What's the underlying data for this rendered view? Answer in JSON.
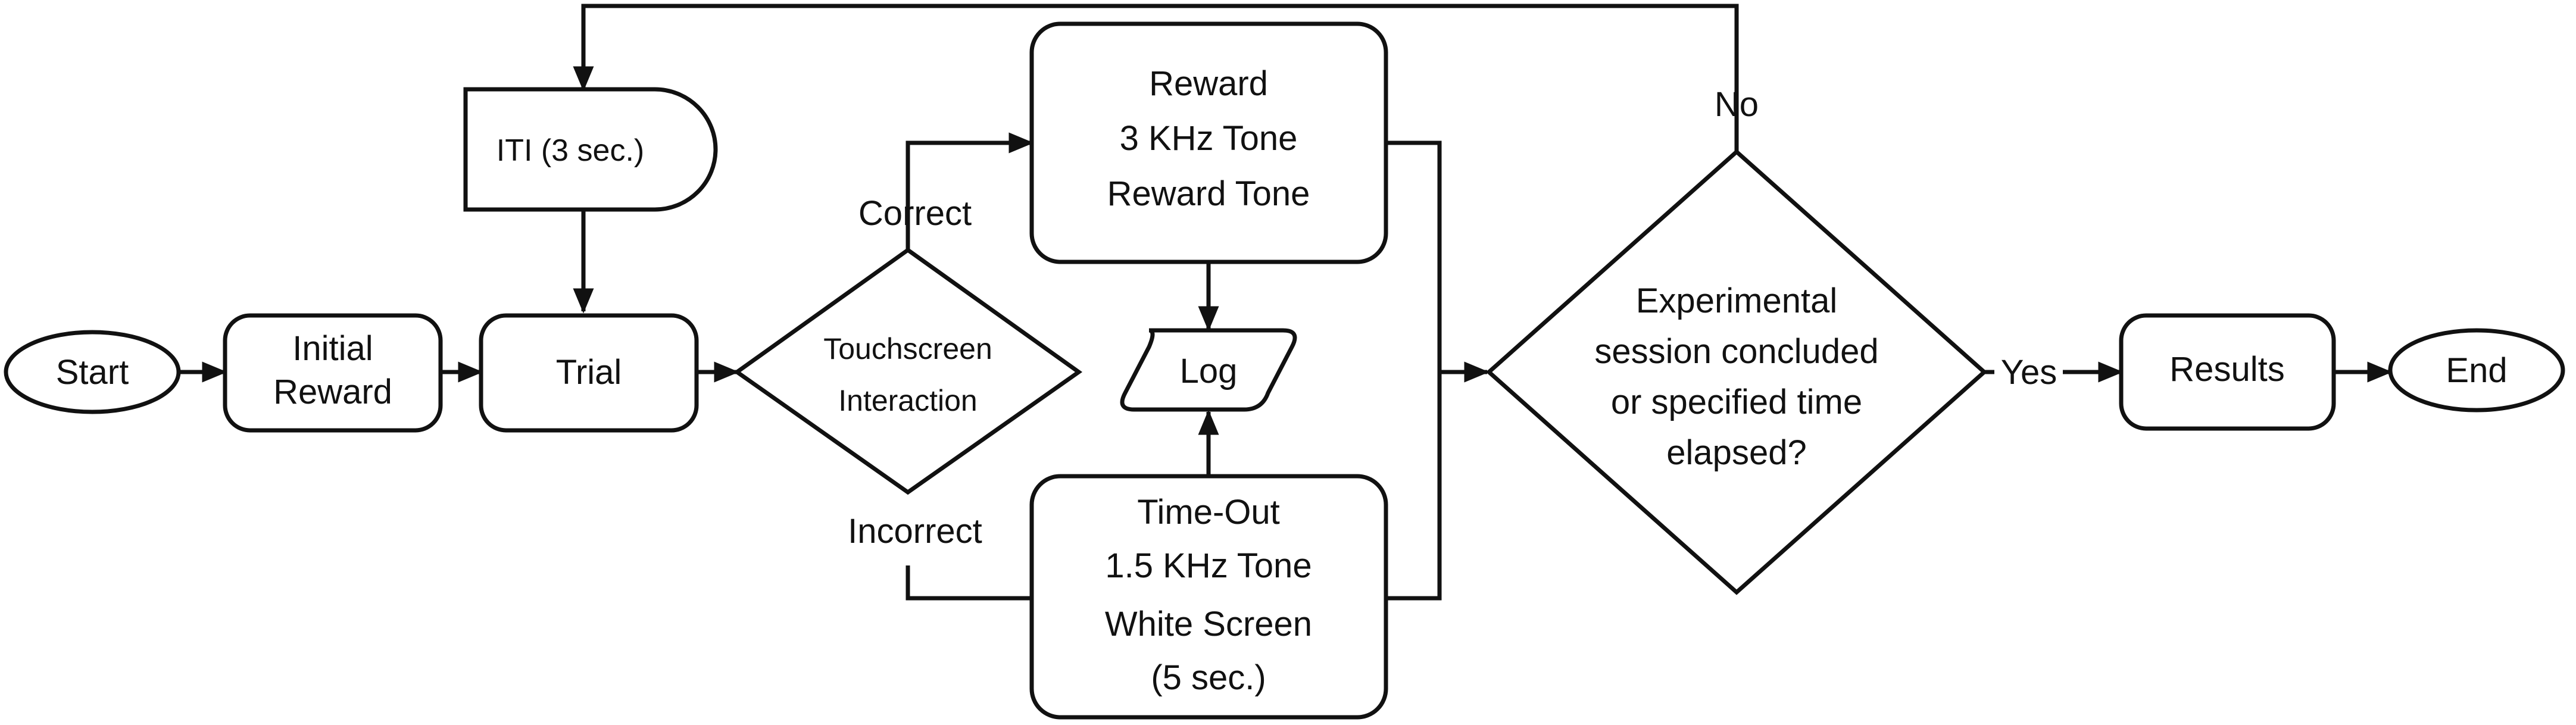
{
  "nodes": {
    "start": {
      "lines": [
        "Start"
      ]
    },
    "initial_reward": {
      "lines": [
        "Initial",
        "Reward"
      ]
    },
    "iti": {
      "lines": [
        "ITI (3 sec.)"
      ]
    },
    "trial": {
      "lines": [
        "Trial"
      ]
    },
    "touchscreen": {
      "lines": [
        "Touchscreen",
        "Interaction"
      ]
    },
    "reward": {
      "lines": [
        "Reward",
        "3 KHz Tone",
        "Reward Tone"
      ]
    },
    "log": {
      "lines": [
        "Log"
      ]
    },
    "timeout": {
      "lines": [
        "Time-Out",
        "1.5 KHz Tone",
        "White Screen",
        "(5 sec.)"
      ]
    },
    "decision": {
      "lines": [
        "Experimental",
        "session concluded",
        "or specified time",
        "elapsed?"
      ]
    },
    "results": {
      "lines": [
        "Results"
      ]
    },
    "end": {
      "lines": [
        "End"
      ]
    }
  },
  "edge_labels": {
    "correct": "Correct",
    "incorrect": "Incorrect",
    "no": "No",
    "yes": "Yes"
  }
}
